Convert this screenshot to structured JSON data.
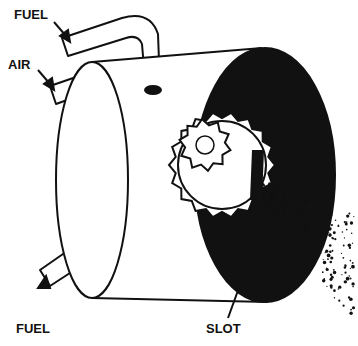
{
  "diagram": {
    "labels": [
      "FUEL",
      "AIR",
      "FUEL",
      "SLOT"
    ]
  }
}
